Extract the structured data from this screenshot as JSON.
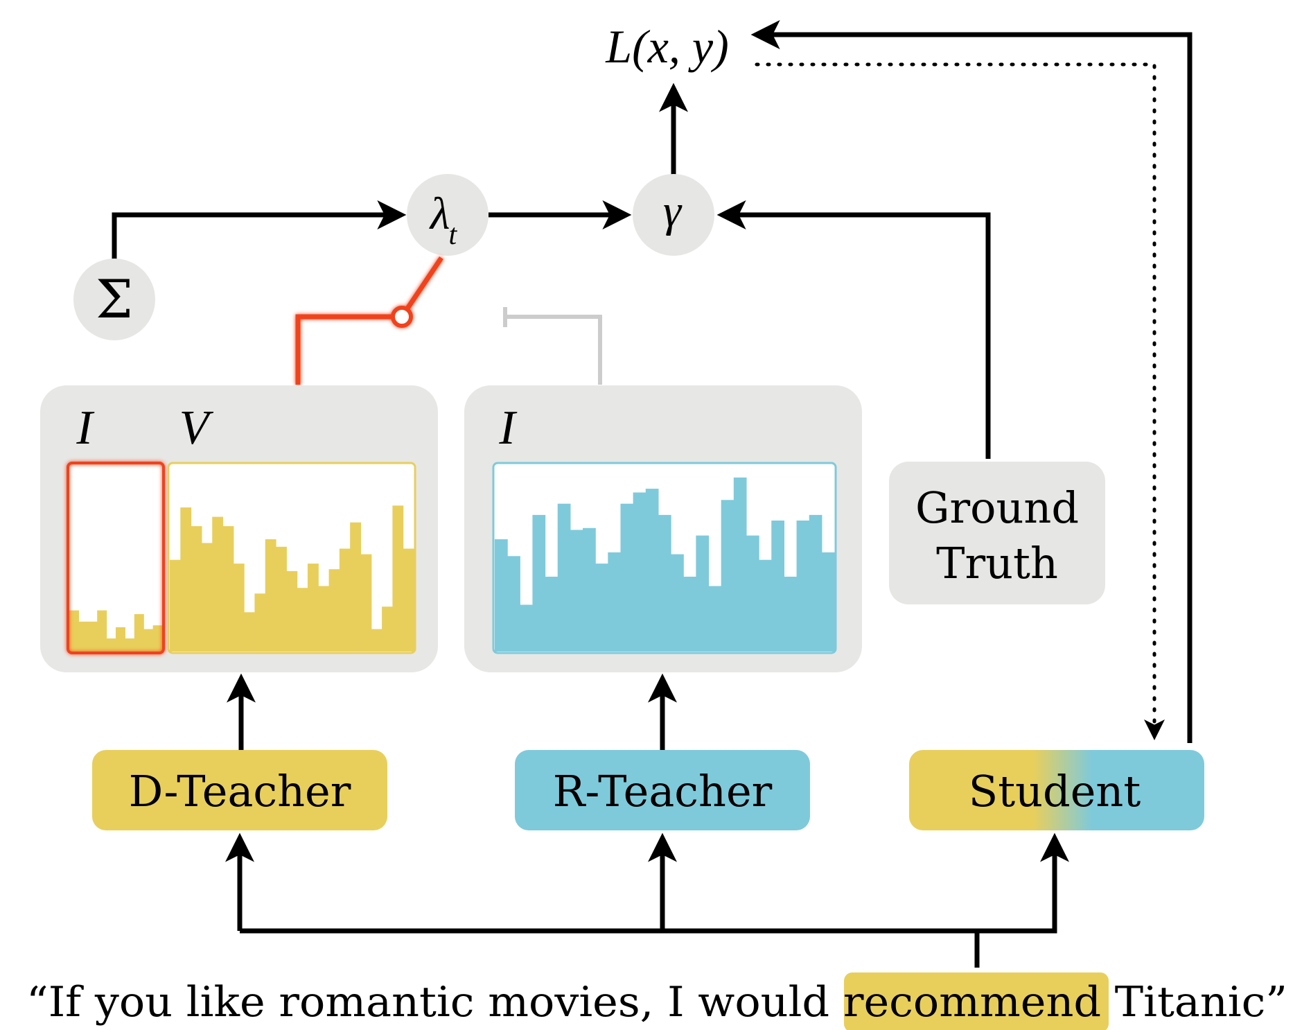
{
  "loss": {
    "label": "L(x, y)"
  },
  "nodes": {
    "sum": "Σ",
    "lambda": "λ",
    "lambda_sub": "t",
    "gamma": "γ"
  },
  "d_panel": {
    "i_label": "I",
    "v_label": "V",
    "i_bars": [
      0.22,
      0.16,
      0.16,
      0.22,
      0.07,
      0.13,
      0.07,
      0.2,
      0.12,
      0.14
    ],
    "v_bars": [
      0.49,
      0.77,
      0.67,
      0.58,
      0.72,
      0.67,
      0.47,
      0.21,
      0.31,
      0.6,
      0.56,
      0.43,
      0.34,
      0.47,
      0.35,
      0.44,
      0.55,
      0.69,
      0.52,
      0.12,
      0.24,
      0.78,
      0.55
    ],
    "i_color": "#e8cf5c",
    "v_color": "#e8cf5c",
    "highlight_color": "#f1421f"
  },
  "r_panel": {
    "i_label": "I",
    "bars": [
      0.6,
      0.51,
      0.25,
      0.73,
      0.4,
      0.79,
      0.65,
      0.66,
      0.47,
      0.53,
      0.79,
      0.85,
      0.87,
      0.73,
      0.52,
      0.4,
      0.62,
      0.35,
      0.81,
      0.93,
      0.62,
      0.49,
      0.7,
      0.4,
      0.7,
      0.73,
      0.53
    ],
    "color": "#7ecadb"
  },
  "ground_truth": {
    "line1": "Ground",
    "line2": "Truth"
  },
  "teachers": {
    "d_teacher": "D-Teacher",
    "r_teacher": "R-Teacher",
    "student": "Student"
  },
  "sentence": {
    "prefix": "“If you like romantic movies, I would ",
    "highlight": "recommend",
    "suffix": " Titanic”"
  },
  "colors": {
    "d_yellow": "#e8cf5c",
    "r_blue": "#7ecadb",
    "node_gray": "#e6e6e4",
    "panel_gray": "#e7e7e5",
    "red": "#f1421f",
    "light_gray_line": "#cccccc"
  }
}
